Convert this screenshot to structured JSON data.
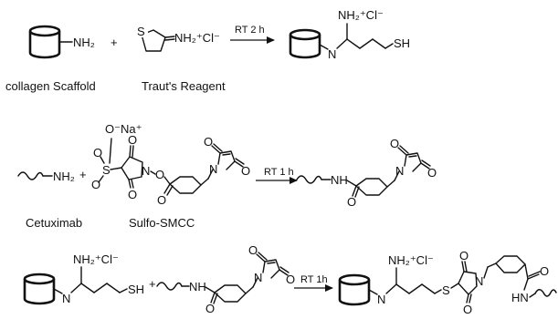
{
  "reaction1": {
    "scaffold_group": "NH₂",
    "plus": "+",
    "traut_S": "S",
    "traut_group": "NH₂⁺Cl⁻",
    "condition": "RT 2 h",
    "product_top": "NH₂⁺Cl⁻",
    "product_N": "N",
    "product_SH": "SH",
    "label_scaffold": "collagen Scaffold",
    "label_reagent": "Traut's Reagent"
  },
  "reaction2": {
    "antibody_group": "NH₂",
    "plus": "+",
    "sulfo_ONa": "O⁻Na⁺",
    "sulfo_S": "S",
    "sulfo_O1": "O",
    "sulfo_O2": "O",
    "succ_O_top": "O",
    "succ_N": "N",
    "succ_O_bot": "O",
    "ester_O": "O",
    "carbonyl_O": "O",
    "mal_O_top": "O",
    "mal_N": "N",
    "mal_O_bot": "O",
    "condition": "RT 1 h",
    "product_NH": "NH",
    "product_carbonyl_O": "O",
    "product_mal_O_top": "O",
    "product_mal_N": "N",
    "product_mal_O_bot": "O",
    "label_antibody": "Cetuximab",
    "label_linker": "Sulfo-SMCC"
  },
  "reaction3": {
    "reactant_top": "NH₂⁺Cl⁻",
    "reactant_N": "N",
    "reactant_SH": "SH",
    "plus": "+",
    "antibody_NH": "NH",
    "carbonyl_O": "O",
    "mal_O_top": "O",
    "mal_N": "N",
    "mal_O_bot": "O",
    "condition": "RT 1h",
    "product_top": "NH₂⁺Cl⁻",
    "product_N": "N",
    "product_S": "S",
    "product_succ_O_top": "O",
    "product_succ_N": "N",
    "product_succ_O_bot": "O",
    "product_carbonyl_O": "O",
    "product_HN": "HN"
  }
}
